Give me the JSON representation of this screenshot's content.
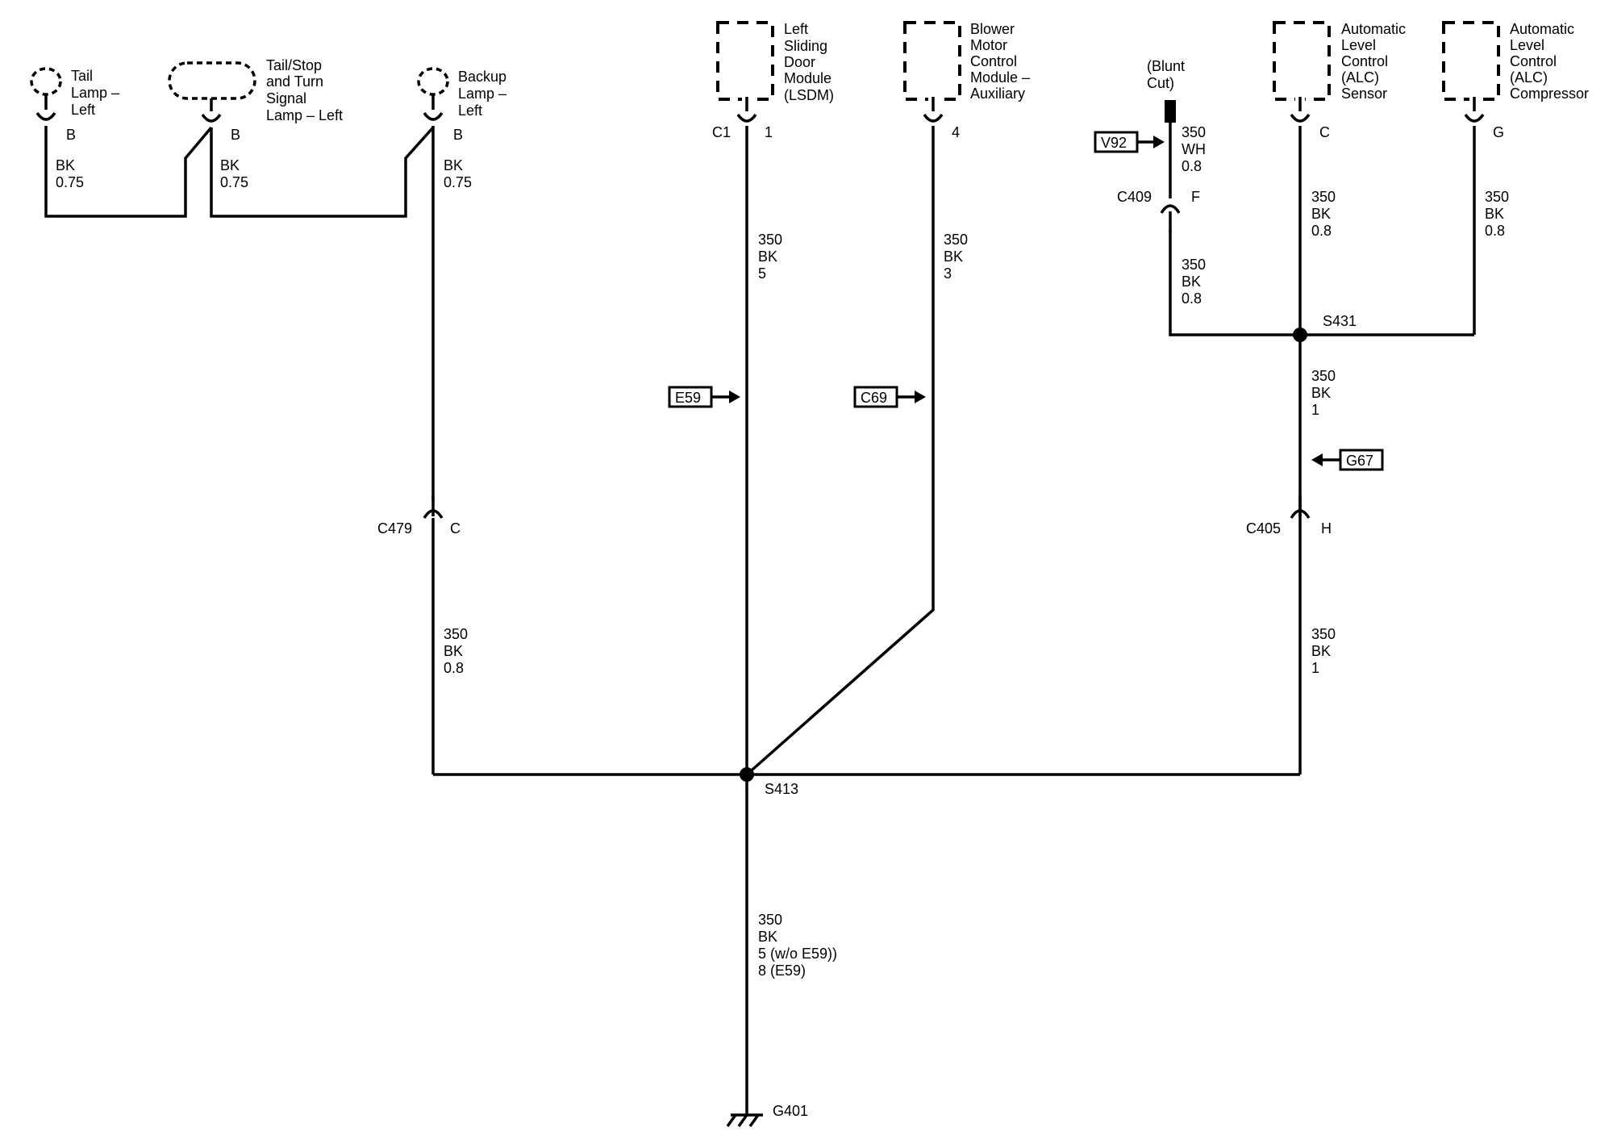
{
  "components": {
    "tail_lamp_left": [
      "Tail",
      "Lamp –",
      "Left"
    ],
    "tail_stop_turn_lamp_left": [
      "Tail/Stop",
      "and Turn",
      "Signal",
      "Lamp – Left"
    ],
    "backup_lamp_left": [
      "Backup",
      "Lamp –",
      "Left"
    ],
    "lsdm": [
      "Left",
      "Sliding",
      "Door",
      "Module",
      "(LSDM)"
    ],
    "blower_aux": [
      "Blower",
      "Motor",
      "Control",
      "Module –",
      "Auxiliary"
    ],
    "blunt_cut": [
      "(Blunt",
      "Cut)"
    ],
    "alc_sensor": [
      "Automatic",
      "Level",
      "Control",
      "(ALC)",
      "Sensor"
    ],
    "alc_compressor": [
      "Automatic",
      "Level",
      "Control",
      "(ALC)",
      "Compressor"
    ]
  },
  "pins": {
    "tail_lamp": "B",
    "tail_stop": "B",
    "backup": "B",
    "lsdm_connector": "C1",
    "lsdm_pin": "1",
    "blower_pin": "4",
    "alc_sensor_pin": "C",
    "alc_compressor_pin": "G"
  },
  "wires": {
    "tail_lamp": [
      "BK",
      "0.75"
    ],
    "tail_stop": [
      "BK",
      "0.75"
    ],
    "backup": [
      "BK",
      "0.75"
    ],
    "lsdm": [
      "350",
      "BK",
      "5"
    ],
    "blower": [
      "350",
      "BK",
      "3"
    ],
    "blunt_upper": [
      "350",
      "WH",
      "0.8"
    ],
    "blunt_lower": [
      "350",
      "BK",
      "0.8"
    ],
    "alc_sensor": [
      "350",
      "BK",
      "0.8"
    ],
    "alc_compressor": [
      "350",
      "BK",
      "0.8"
    ],
    "s431_down": [
      "350",
      "BK",
      "1"
    ],
    "backup_lower": [
      "350",
      "BK",
      "0.8"
    ],
    "alc_lower": [
      "350",
      "BK",
      "1"
    ],
    "ground": [
      "350",
      "BK",
      "5 (w/o E59))",
      "8 (E59)"
    ]
  },
  "connectors": {
    "c479": {
      "name": "C479",
      "pin": "C"
    },
    "c409": {
      "name": "C409",
      "pin": "F"
    },
    "c405": {
      "name": "C405",
      "pin": "H"
    }
  },
  "splices": {
    "s413": "S413",
    "s431": "S431"
  },
  "ground": "G401",
  "option_refs": {
    "e59": "E59",
    "c69": "C69",
    "v92": "V92",
    "g67": "G67"
  }
}
